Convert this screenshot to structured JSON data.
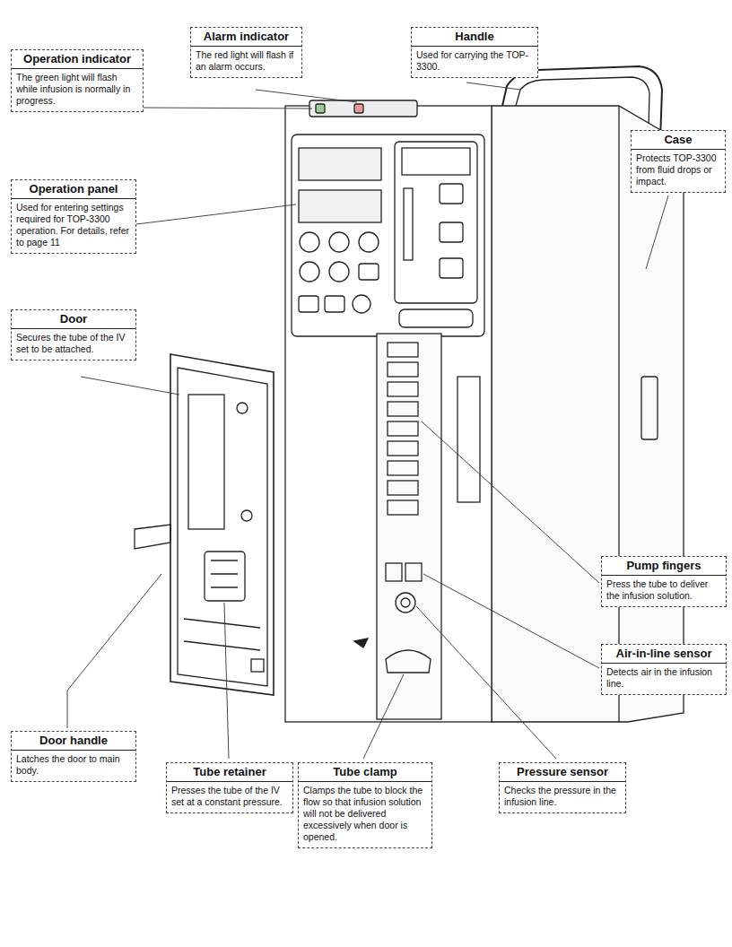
{
  "diagram": {
    "nodes": [
      {
        "text": [
          "Operation indicator",
          "The green light will flash while infusion is normally in progress."
        ]
      },
      {
        "text": [
          "Alarm indicator",
          "The red light will flash if an alarm occurs."
        ]
      },
      {
        "text": [
          "Handle",
          "Used for carrying the TOP-3300."
        ]
      },
      {
        "text": [
          "Case",
          "Protects TOP-3300 from fluid drops or impact."
        ]
      },
      {
        "text": [
          "Operation panel",
          "Used for entering settings required for TOP-3300 operation. For details, refer to page 11"
        ]
      },
      {
        "text": [
          "Door",
          "Secures the tube of the IV set to be attached."
        ]
      },
      {
        "text": [
          "Pump fingers",
          "Press the tube to deliver the infusion solution."
        ]
      },
      {
        "text": [
          "Air-in-line sensor",
          "Detects air in the infusion line."
        ]
      },
      {
        "text": [
          "Door handle",
          "Latches the door to main body."
        ]
      },
      {
        "text": [
          "Tube retainer",
          "Presses the tube of the IV set at a constant pressure."
        ]
      },
      {
        "text": [
          "Tube clamp",
          "Clamps the tube to block the flow so that infusion solution will not be delivered excessively when door is opened."
        ]
      },
      {
        "text": [
          "Pressure sensor",
          "Checks the pressure in the infusion line."
        ]
      }
    ]
  }
}
